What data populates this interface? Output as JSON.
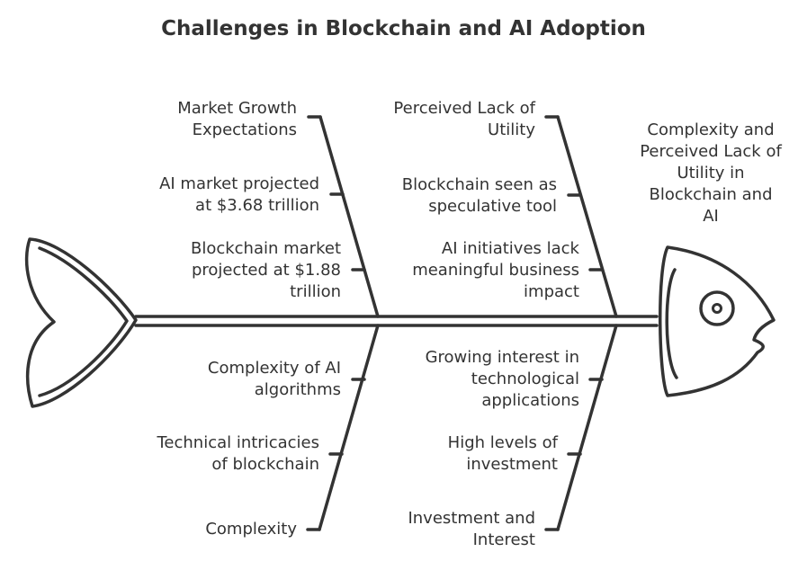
{
  "title": "Challenges in Blockchain and AI Adoption",
  "effect": "Complexity and\nPerceived Lack of\nUtility in\nBlockchain and\nAI",
  "categories": {
    "market_growth": {
      "label": "Market Growth\nExpectations",
      "causes": [
        "AI market projected\nat $3.68 trillion",
        "Blockchain market\nprojected at $1.88\ntrillion"
      ]
    },
    "perceived_lack": {
      "label": "Perceived Lack of\nUtility",
      "causes": [
        "Blockchain seen as\nspeculative tool",
        "AI initiatives lack\nmeaningful business\nimpact"
      ]
    },
    "complexity": {
      "label": "Complexity",
      "causes": [
        "Complexity of AI\nalgorithms",
        "Technical intricacies\nof blockchain"
      ]
    },
    "investment": {
      "label": "Investment and\nInterest",
      "causes": [
        "Growing interest in\ntechnological\napplications",
        "High levels of\ninvestment"
      ]
    }
  },
  "colors": {
    "stroke": "#333333",
    "text": "#333333",
    "background": "#ffffff"
  }
}
